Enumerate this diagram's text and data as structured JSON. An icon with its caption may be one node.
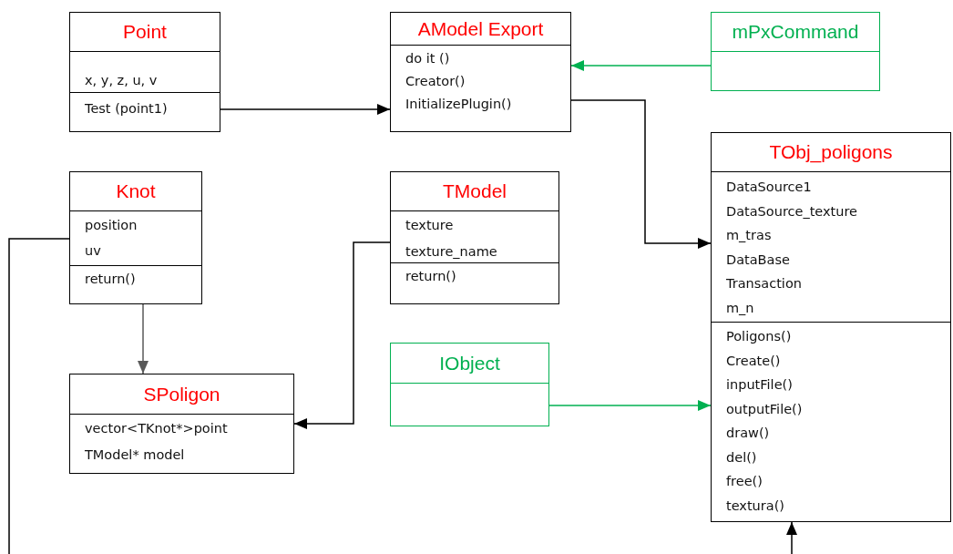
{
  "diagram": {
    "nodes": [
      {
        "text": [
          "Point",
          "x, y, z, u, v",
          "Test (point1)"
        ]
      },
      {
        "text": [
          "AModel Export",
          "do it ()",
          "Creator()",
          "InitializePlugin()"
        ]
      },
      {
        "text": [
          "mPxCommand"
        ]
      },
      {
        "text": [
          "TObj_poligons",
          "DataSource1",
          "DataSource_texture",
          "m_tras",
          "DataBase",
          "Transaction",
          "m_n",
          "Poligons()",
          "Create()",
          "inputFile()",
          "outputFile()",
          "draw()",
          "del()",
          "free()",
          "textura()"
        ]
      },
      {
        "text": [
          "Knot",
          "position",
          "uv",
          "return()"
        ]
      },
      {
        "text": [
          "TModel",
          "texture",
          "texture_name",
          "return()"
        ]
      },
      {
        "text": [
          "IObject"
        ]
      },
      {
        "text": [
          "SPoligon",
          "vector<TKnot*>point",
          "TModel* model"
        ]
      }
    ],
    "edges": [
      {
        "from": 0,
        "to": 1,
        "arrow": "to"
      },
      {
        "from": 2,
        "to": 1,
        "arrow": "to",
        "color": "#00b050"
      },
      {
        "from": 1,
        "to": 3,
        "arrow": "to"
      },
      {
        "from": 4,
        "to": null,
        "arrow": "none"
      },
      {
        "from": 4,
        "to": 7,
        "arrow": "to",
        "color": "#595959"
      },
      {
        "from": 5,
        "to": 7,
        "arrow": "to"
      },
      {
        "from": 6,
        "to": 3,
        "arrow": "to",
        "color": "#00b050"
      },
      {
        "from": null,
        "to": 3,
        "arrow": "to"
      }
    ]
  }
}
